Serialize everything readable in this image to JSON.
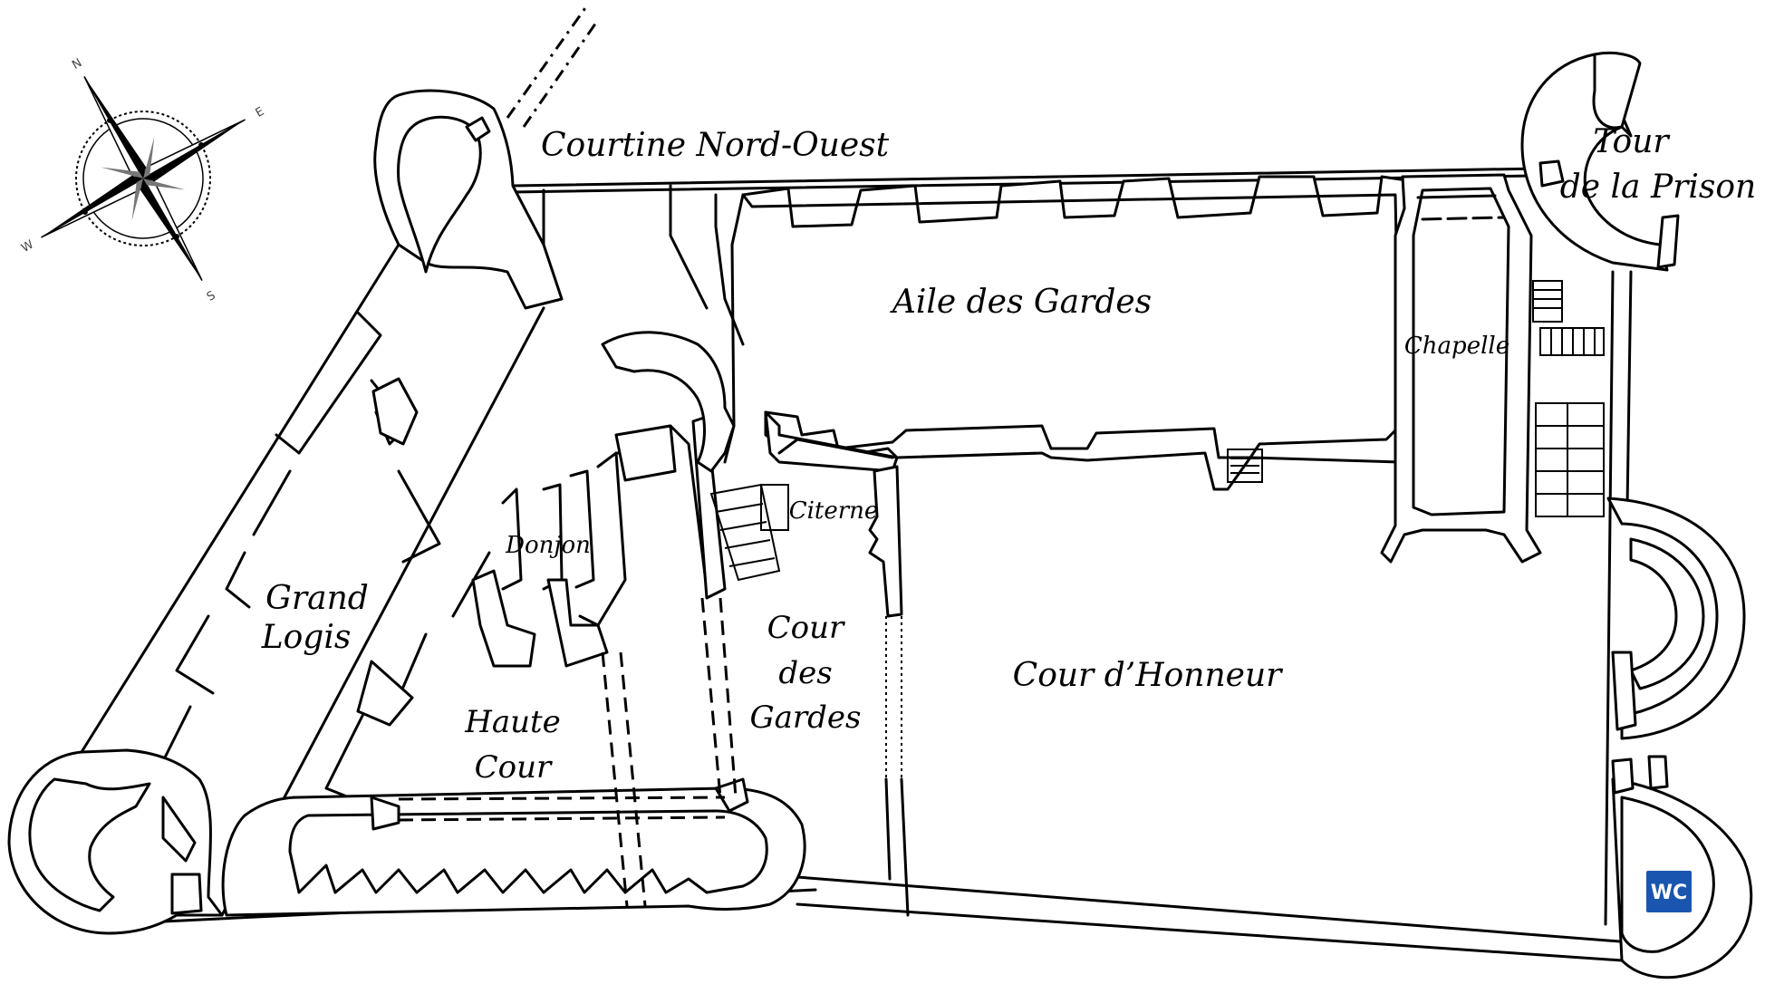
{
  "labels": {
    "courtine": "Courtine Nord-Ouest",
    "tour_line1": "Tour",
    "tour_line2": "de la Prison",
    "aile": "Aile des Gardes",
    "chapelle": "Chapelle",
    "citerne": "Citerne",
    "donjon": "Donjon",
    "grand_line1": "Grand",
    "grand_line2": "Logis",
    "cour_gardes_line1": "Cour",
    "cour_gardes_line2": "des",
    "cour_gardes_line3": "Gardes",
    "cour_honneur": "Cour d’Honneur",
    "haute_line1": "Haute",
    "haute_line2": "Cour"
  },
  "compass": {
    "n": "N",
    "s": "S",
    "e": "E",
    "w": "W"
  },
  "wc": {
    "label": "WC",
    "color": "#1a56b0"
  },
  "icons": [
    "compass-rose-icon",
    "wc-icon"
  ]
}
